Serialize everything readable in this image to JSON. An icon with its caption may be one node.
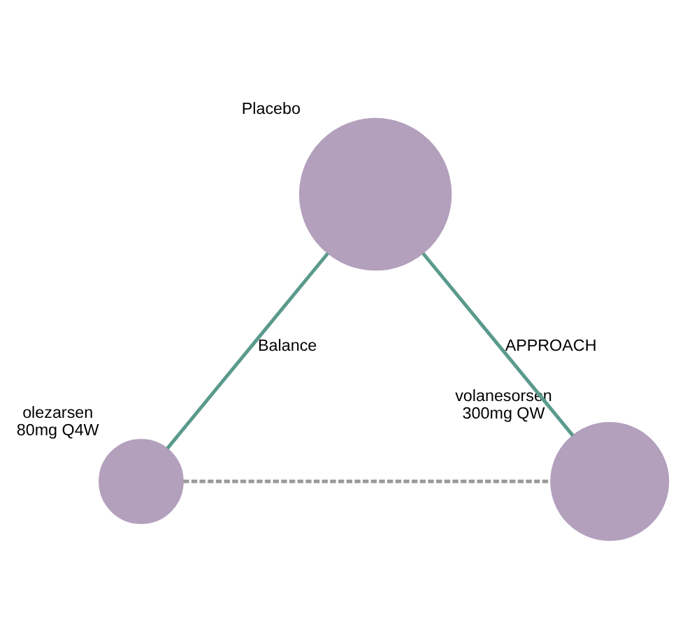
{
  "diagram": {
    "nodes": [
      {
        "text": [
          "Placebo"
        ]
      },
      {
        "text": [
          "olezarsen 80mg Q4W"
        ]
      },
      {
        "text": [
          "volanesorsen 300mg QW"
        ]
      }
    ],
    "edges": [
      {
        "from": 0,
        "to": 1,
        "arrow": "none",
        "label": "Balance"
      },
      {
        "from": 0,
        "to": 2,
        "arrow": "none",
        "label": "APPROACH"
      },
      {
        "from": 1,
        "to": 2,
        "arrow": "none",
        "style": "dashed",
        "color": "#999999"
      }
    ]
  }
}
